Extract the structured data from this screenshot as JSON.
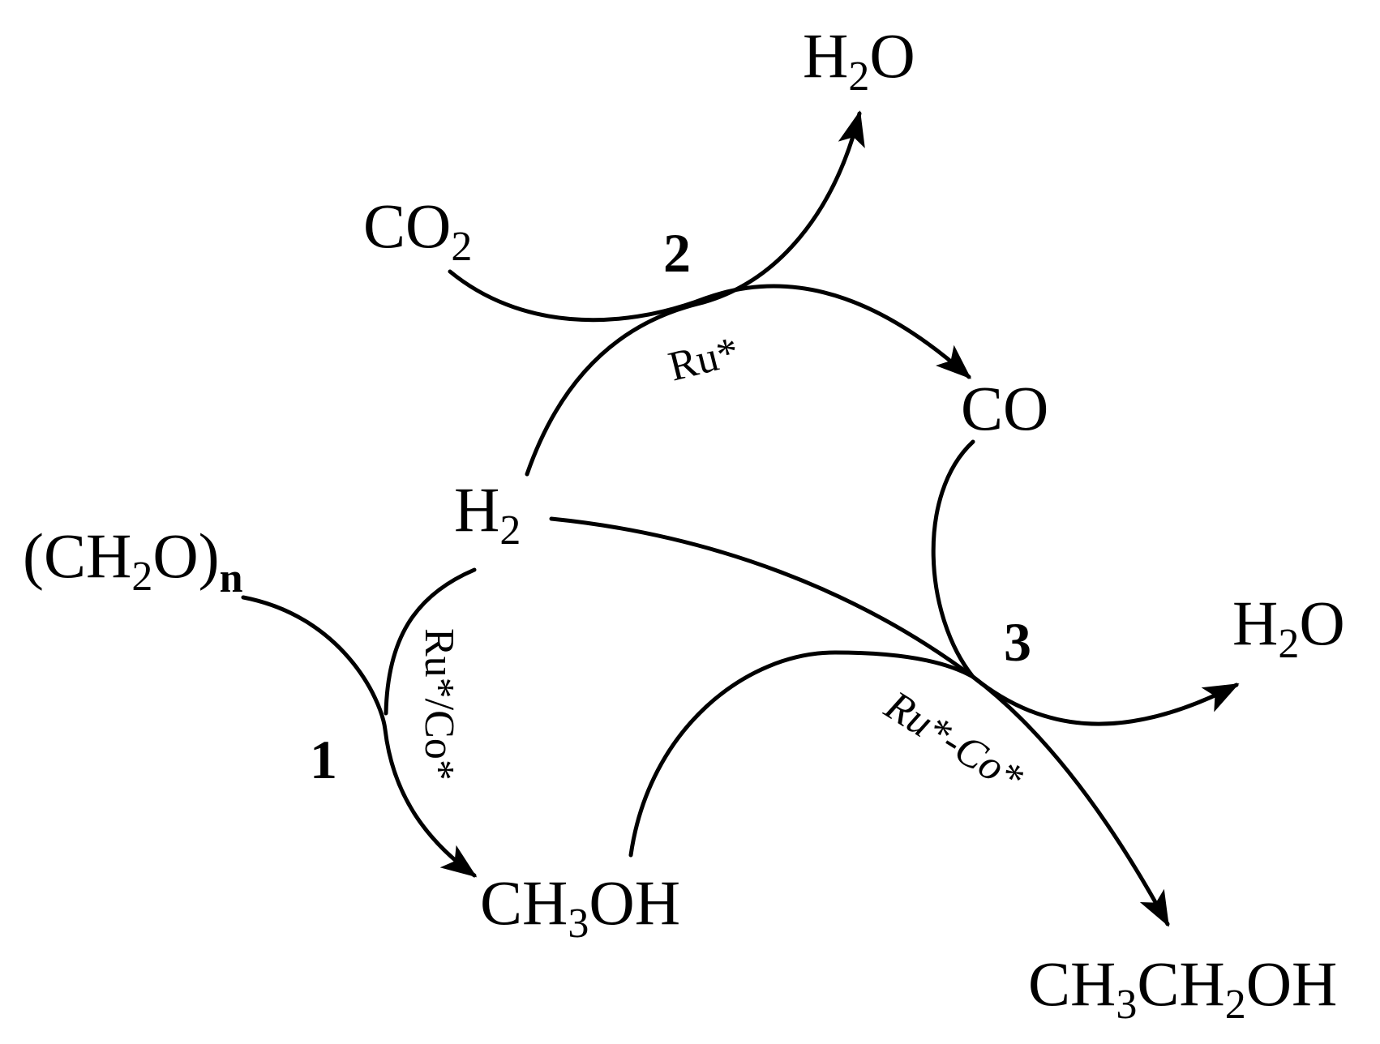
{
  "species": {
    "h2o_top": {
      "main": "H",
      "sub": "2",
      "tail": "O"
    },
    "co2": {
      "main": "CO",
      "sub": "2"
    },
    "co": "CO",
    "h2": {
      "main": "H",
      "sub": "2"
    },
    "paraformaldehyde": {
      "open": "(CH",
      "sub": "2",
      "mid": "O)",
      "sub2": "n"
    },
    "methanol": {
      "main": "CH",
      "sub": "3",
      "tail": "OH"
    },
    "h2o_right": {
      "main": "H",
      "sub": "2",
      "tail": "O"
    },
    "ethanol": {
      "a": "CH",
      "s1": "3",
      "b": "CH",
      "s2": "2",
      "c": "OH"
    }
  },
  "steps": {
    "one": "1",
    "two": "2",
    "three": "3"
  },
  "catalysts": {
    "step1": "Ru*/Co*",
    "step2": "Ru*",
    "step3": "Ru*-Co*"
  },
  "colors": {
    "ink": "#000000",
    "background": "#ffffff"
  }
}
